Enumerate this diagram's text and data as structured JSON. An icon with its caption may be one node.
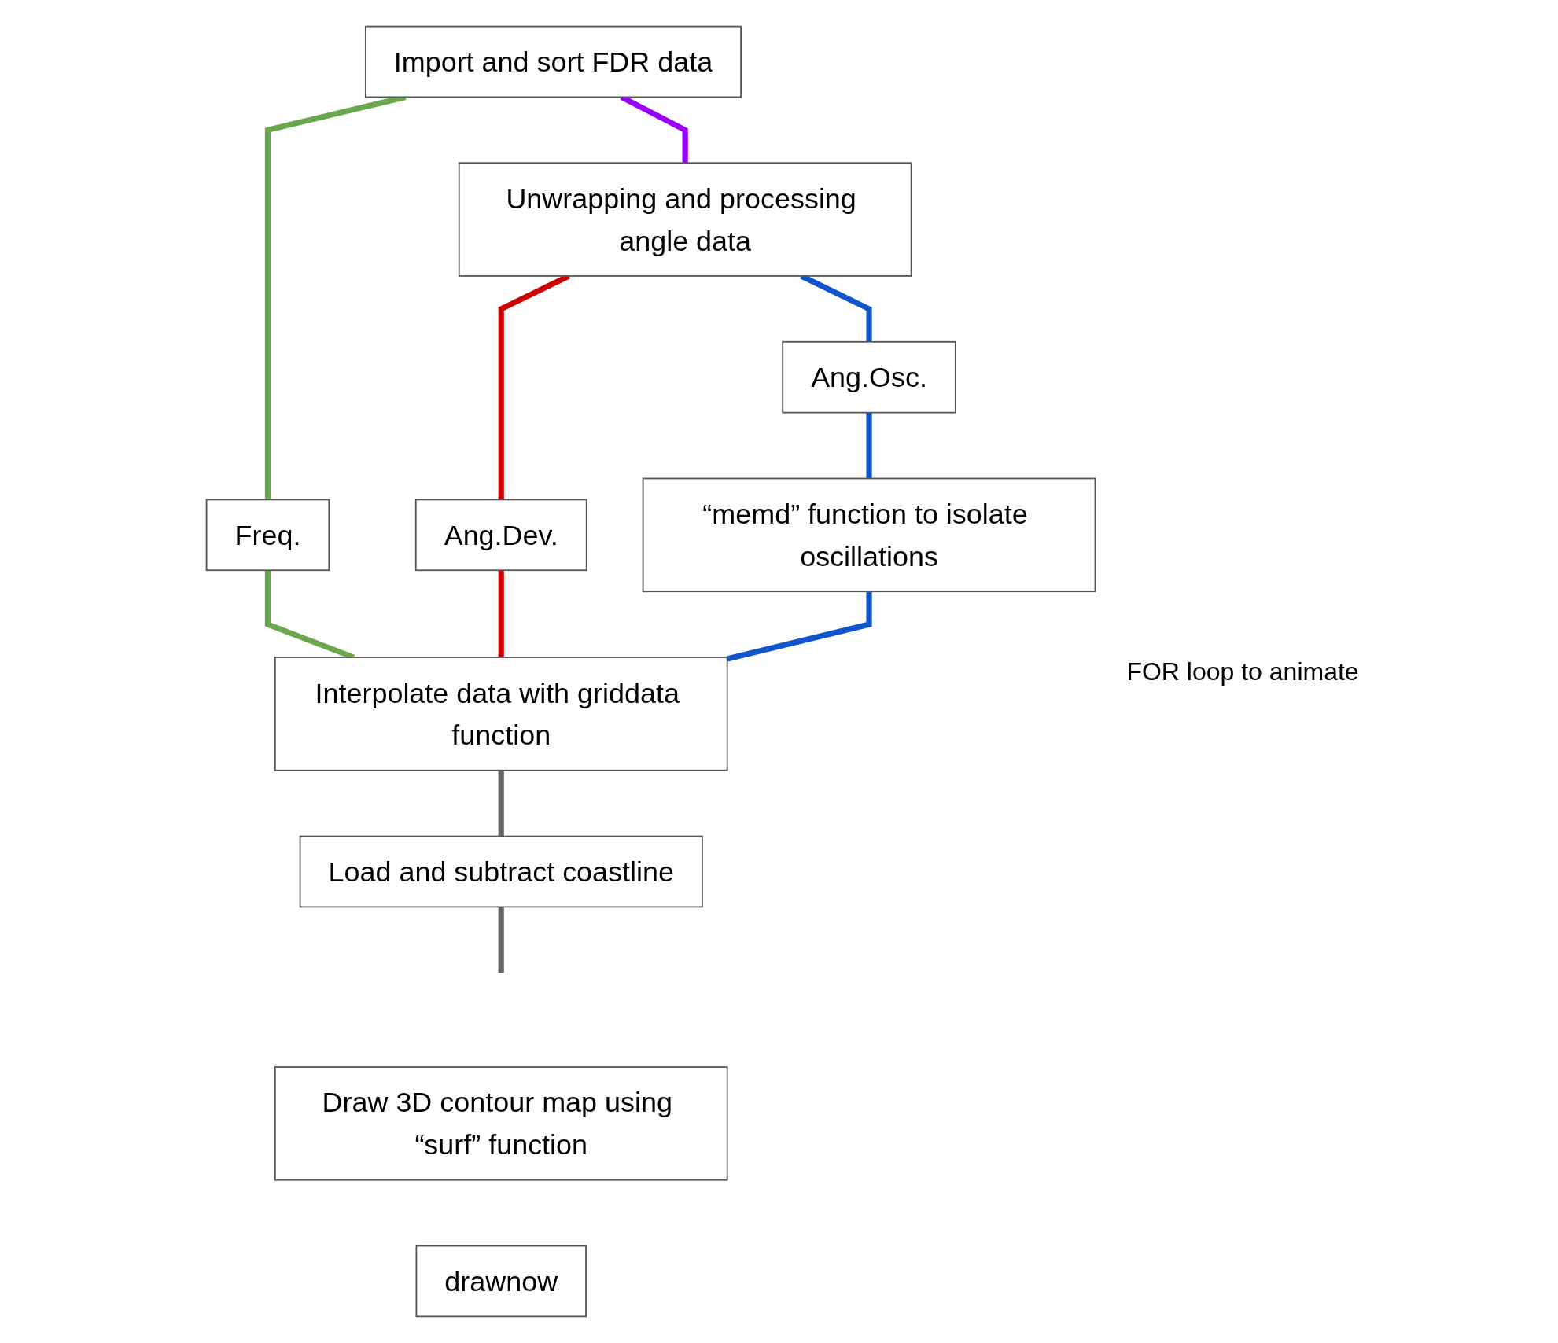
{
  "diagram": {
    "nodes": [
      {
        "text": [
          "Import and sort FDR data"
        ]
      },
      {
        "text": [
          "Unwrapping and processing angle data"
        ]
      },
      {
        "text": [
          "Freq."
        ]
      },
      {
        "text": [
          "Ang.Dev."
        ]
      },
      {
        "text": [
          "Ang.Osc."
        ]
      },
      {
        "text": [
          "Interpolate data with griddata function"
        ]
      },
      {
        "text": [
          "“memd” function to isolate oscillations"
        ]
      },
      {
        "text": [
          "Load and subtract coastline"
        ]
      },
      {
        "text": [
          "Draw 3D contour map using “surf” function"
        ]
      },
      {
        "text": [
          "drawnow"
        ]
      }
    ],
    "edges": [
      {
        "from": 0,
        "to": 1,
        "arrow": "none",
        "color": "#9900ff"
      },
      {
        "from": 0,
        "to": 2,
        "arrow": "none",
        "color": "#6aa84f"
      },
      {
        "from": 1,
        "to": 3,
        "arrow": "none",
        "color": "#cc0000"
      },
      {
        "from": 1,
        "to": 4,
        "arrow": "none",
        "color": "#1155cc"
      },
      {
        "from": 2,
        "to": 5,
        "arrow": "none",
        "color": "#6aa84f"
      },
      {
        "from": 3,
        "to": 5,
        "arrow": "none",
        "color": "#cc0000"
      },
      {
        "from": 4,
        "to": 6,
        "arrow": "none",
        "color": "#1155cc"
      },
      {
        "from": 6,
        "to": 5,
        "arrow": "none",
        "color": "#1155cc"
      },
      {
        "from": 5,
        "to": 7,
        "arrow": "none",
        "color": "#666666"
      },
      {
        "from": 7,
        "to": null,
        "arrow": "none",
        "color": "#666666"
      }
    ],
    "labels": [
      "FOR loop to animate"
    ]
  }
}
